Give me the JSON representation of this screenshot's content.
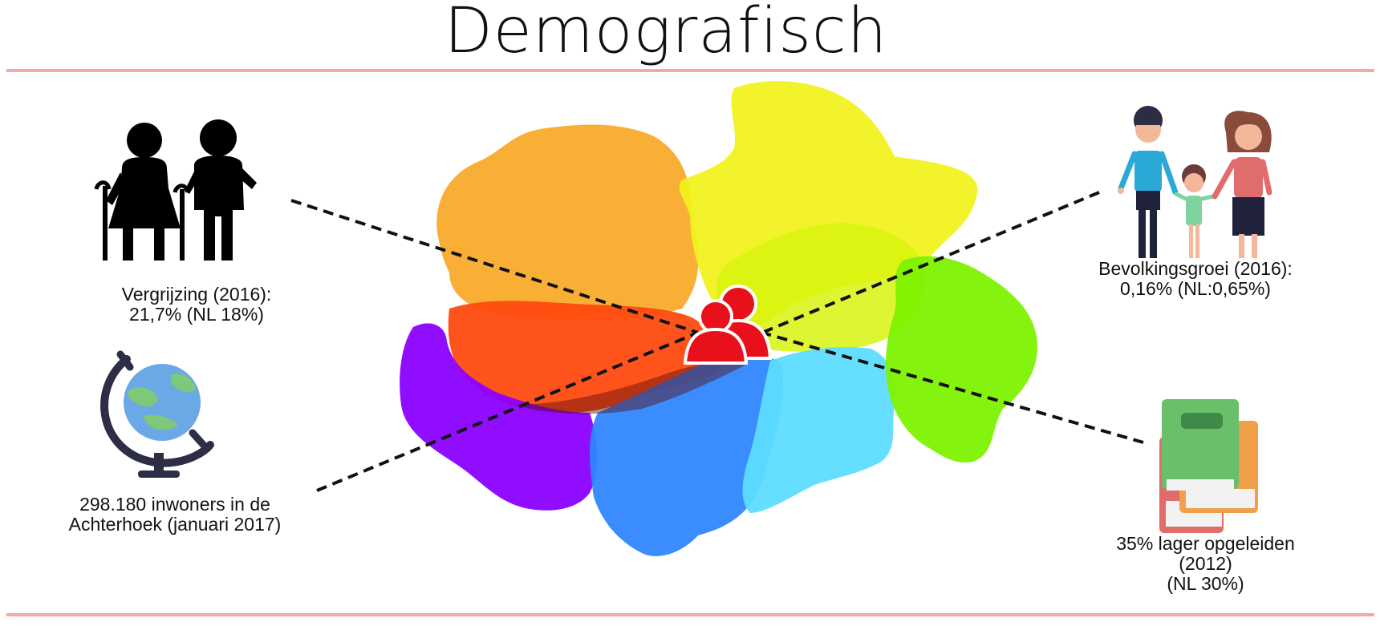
{
  "page": {
    "title": "Demografisch",
    "accent_color": "#f3a9a9"
  },
  "stats": {
    "ageing": {
      "line1": "Vergrijzing (2016):",
      "line2": "21,7% (NL 18%)",
      "icon": "elderly-couple-icon"
    },
    "population": {
      "line1": "298.180 inwoners in de",
      "line2": "Achterhoek (januari 2017)",
      "icon": "globe-icon"
    },
    "growth": {
      "line1": "Bevolkingsgroei (2016):",
      "line2": "0,16% (NL:0,65%)",
      "icon": "family-icon"
    },
    "education": {
      "line1": "35% lager opgeleiden",
      "line2": "(2012)",
      "line3": "(NL 30%)",
      "icon": "books-icon"
    }
  },
  "map": {
    "region_colors": [
      "#f9a824",
      "#f2f21a",
      "#ff4a10",
      "#8a00ff",
      "#2f86ff",
      "#5ddcff",
      "#7df200"
    ],
    "center_icon": "users-icon",
    "center_icon_color": "#e8101a"
  }
}
